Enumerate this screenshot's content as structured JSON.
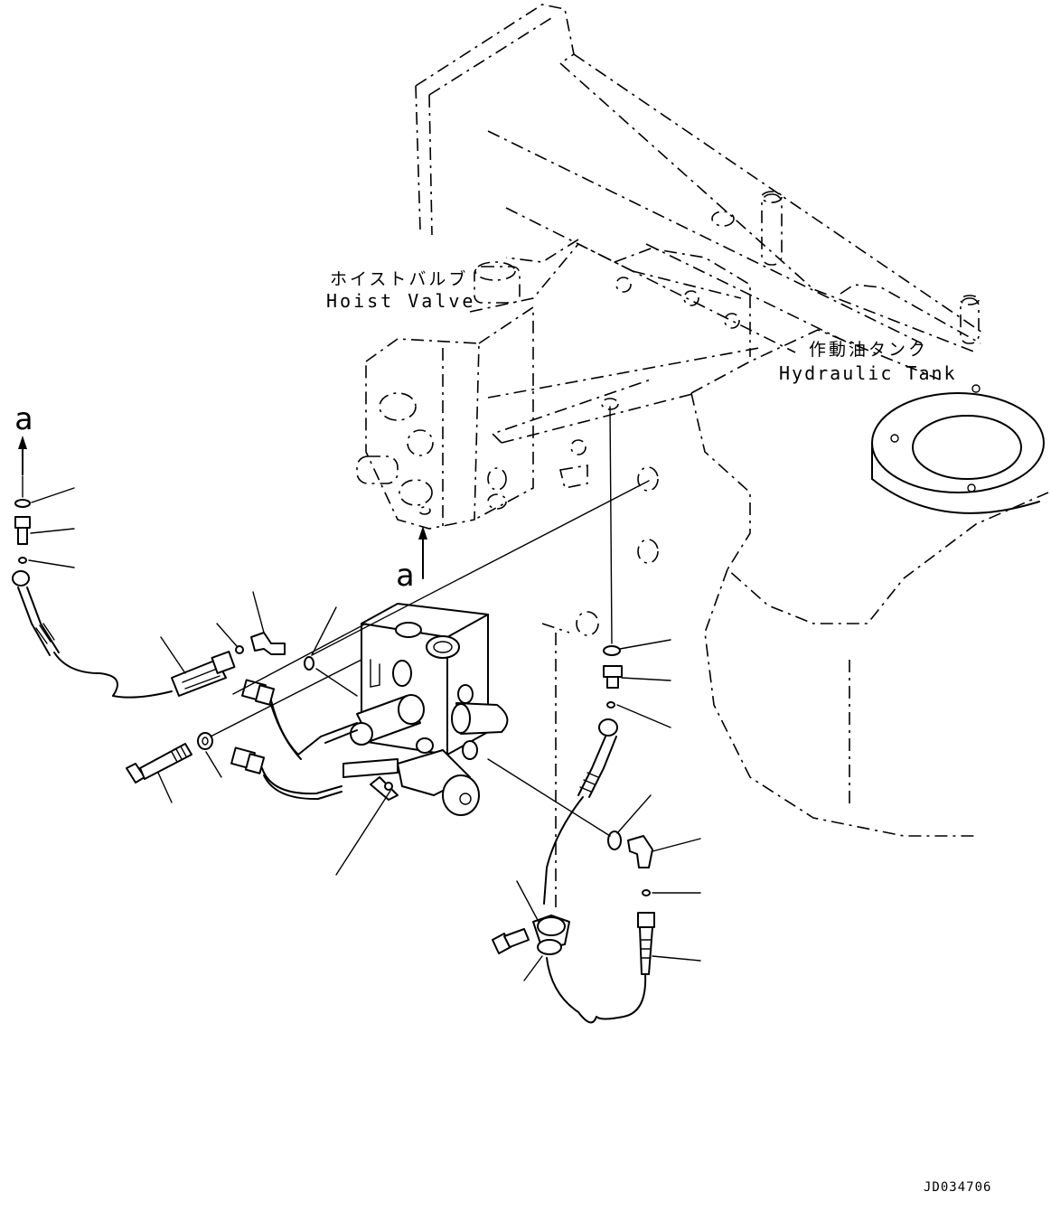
{
  "labels": {
    "hoist_valve_jp": "ホイストバルブ",
    "hoist_valve_en": "Hoist Valve",
    "hydraulic_tank_jp": "作動油タンク",
    "hydraulic_tank_en": "Hydraulic Tank",
    "view_marker_top": "a",
    "view_marker_mid": "a",
    "drawing_id": "JD034706"
  }
}
